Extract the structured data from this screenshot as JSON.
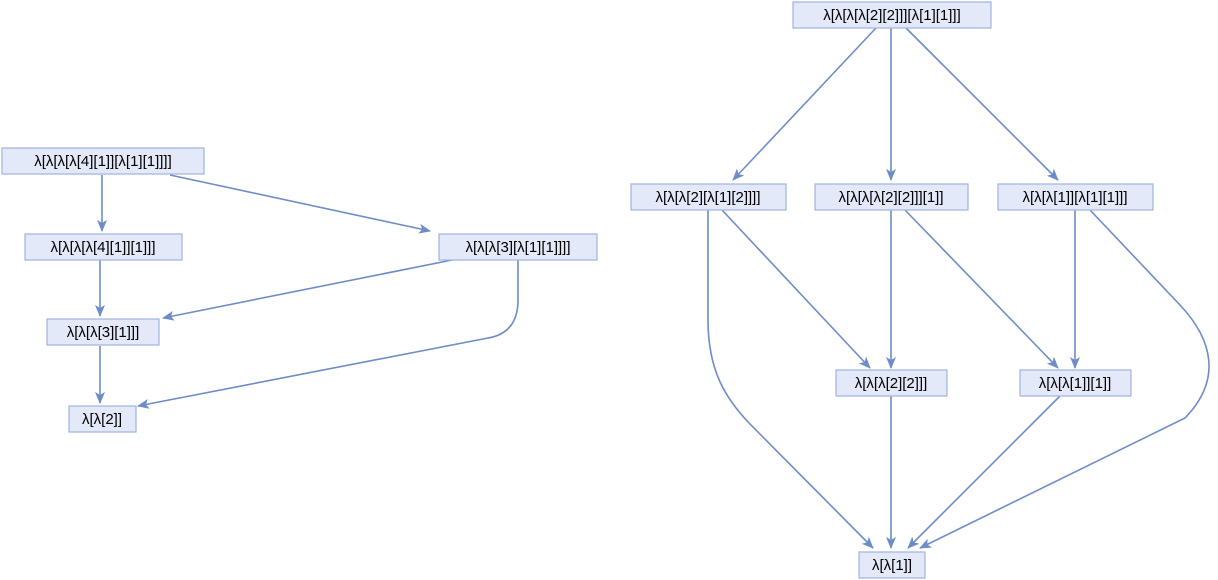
{
  "graphs": [
    {
      "nodes": [
        {
          "id": "a1",
          "label": "λ[λ[λ[λ[4][1]][λ[1][1]]]]"
        },
        {
          "id": "a2",
          "label": "λ[λ[λ[λ[4][1]][1]]]"
        },
        {
          "id": "a3",
          "label": "λ[λ[λ[3][λ[1][1]]]]"
        },
        {
          "id": "a4",
          "label": "λ[λ[λ[3][1]]]"
        },
        {
          "id": "a5",
          "label": "λ[λ[2]]"
        }
      ],
      "edges": [
        {
          "from": "a1",
          "to": "a2"
        },
        {
          "from": "a1",
          "to": "a3"
        },
        {
          "from": "a2",
          "to": "a4"
        },
        {
          "from": "a3",
          "to": "a4"
        },
        {
          "from": "a3",
          "to": "a5"
        },
        {
          "from": "a4",
          "to": "a5"
        }
      ]
    },
    {
      "nodes": [
        {
          "id": "b1",
          "label": "λ[λ[λ[λ[2][2]]][λ[1][1]]]"
        },
        {
          "id": "b2",
          "label": "λ[λ[λ[2][λ[1][2]]]]"
        },
        {
          "id": "b3",
          "label": "λ[λ[λ[λ[2][2]]][1]]"
        },
        {
          "id": "b4",
          "label": "λ[λ[λ[1]][λ[1][1]]]"
        },
        {
          "id": "b5",
          "label": "λ[λ[λ[2][2]]]"
        },
        {
          "id": "b6",
          "label": "λ[λ[λ[1]][1]]"
        },
        {
          "id": "b7",
          "label": "λ[λ[1]]"
        }
      ],
      "edges": [
        {
          "from": "b1",
          "to": "b2"
        },
        {
          "from": "b1",
          "to": "b3"
        },
        {
          "from": "b1",
          "to": "b4"
        },
        {
          "from": "b2",
          "to": "b5"
        },
        {
          "from": "b2",
          "to": "b7"
        },
        {
          "from": "b3",
          "to": "b5"
        },
        {
          "from": "b3",
          "to": "b6"
        },
        {
          "from": "b4",
          "to": "b6"
        },
        {
          "from": "b4",
          "to": "b7"
        },
        {
          "from": "b5",
          "to": "b7"
        },
        {
          "from": "b6",
          "to": "b7"
        }
      ]
    }
  ],
  "colors": {
    "node_fill": "#e3e9f8",
    "node_border": "#9fb3df",
    "edge": "#6d8cc8",
    "text": "#000000"
  }
}
